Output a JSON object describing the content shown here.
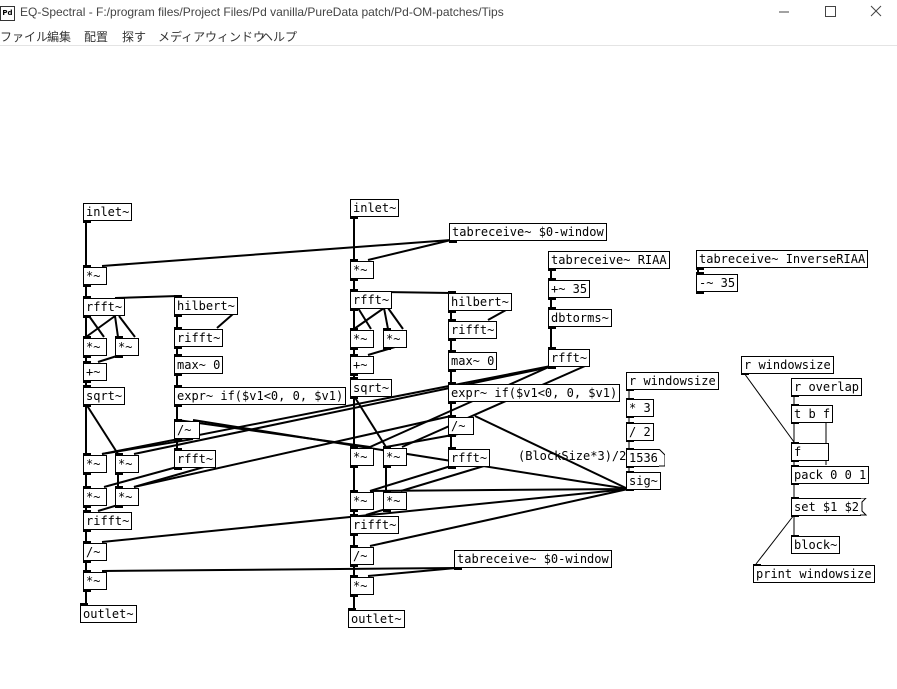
{
  "window": {
    "app_icon_text": "Pd",
    "title": "EQ-Spectral  - F:/program files/Project Files/Pd vanilla/PureData patch/Pd-OM-patches/Tips"
  },
  "menu": [
    "ファイル",
    "編集",
    "配置",
    "探す",
    "メディア",
    "ウィンドウ",
    "ヘルプ"
  ],
  "patch": {
    "objects": {
      "inlet_l": "inlet~",
      "mul_l1": "*~",
      "rfft_l": "rfft~",
      "hilbert_l": "hilbert~",
      "mul_l2a": "*~",
      "mul_l2b": "*~",
      "add_l": "+~",
      "rifft_l1": "rifft~",
      "sqrt_l": "sqrt~",
      "max_l": "max~ 0",
      "expr_l": "expr~ if($v1<0, 0, $v1)",
      "div_l1": "/~",
      "mul_l3a": "*~",
      "mul_l3b": "*~",
      "rfft_l2": "rfft~",
      "mul_l4a": "*~",
      "mul_l4b": "*~",
      "rifft_l2": "rifft~",
      "div_l2": "/~",
      "mul_l5": "*~",
      "outlet_l": "outlet~",
      "inlet_r": "inlet~",
      "tabrec_win_top": "tabreceive~ $0-window",
      "mul_r1": "*~",
      "rfft_r": "rfft~",
      "hilbert_r": "hilbert~",
      "mul_r2a": "*~",
      "mul_r2b": "*~",
      "rifft_r1": "rifft~",
      "add_r": "+~",
      "max_r": "max~ 0",
      "sqrt_r": "sqrt~",
      "expr_r": "expr~ if($v1<0, 0, $v1)",
      "div_r1": "/~",
      "mul_r3a": "*~",
      "mul_r3b": "*~",
      "rfft_r2": "rfft~",
      "mul_r4a": "*~",
      "mul_r4b": "*~",
      "rifft_r2": "rifft~",
      "div_r2": "/~",
      "tabrec_win_bot": "tabreceive~ $0-window",
      "mul_r5": "*~",
      "outlet_r": "outlet~",
      "tabrec_riaa": "tabreceive~ RIAA",
      "add35": "+~ 35",
      "dbtorms": "dbtorms~",
      "rfft_eq": "rfft~",
      "tabrec_inv": "tabreceive~ InverseRIAA",
      "sub35": "-~ 35",
      "r_windowsize_1": "r windowsize",
      "mul3": "* 3",
      "div2": "/ 2",
      "num_1536": "1536",
      "sig": "sig~",
      "r_windowsize_2": "r windowsize",
      "r_overlap": "r overlap",
      "tbf": "t b f",
      "f": "f",
      "pack": "pack 0 0 1",
      "set_msg": "set $1 $2",
      "block": "block~",
      "print": "print windowsize"
    },
    "comments": {
      "blocksize_note": "(BlockSize*3)/2"
    }
  },
  "colors": {
    "background": "#ffffff",
    "ink": "#000000",
    "chrome_text": "#444444"
  }
}
